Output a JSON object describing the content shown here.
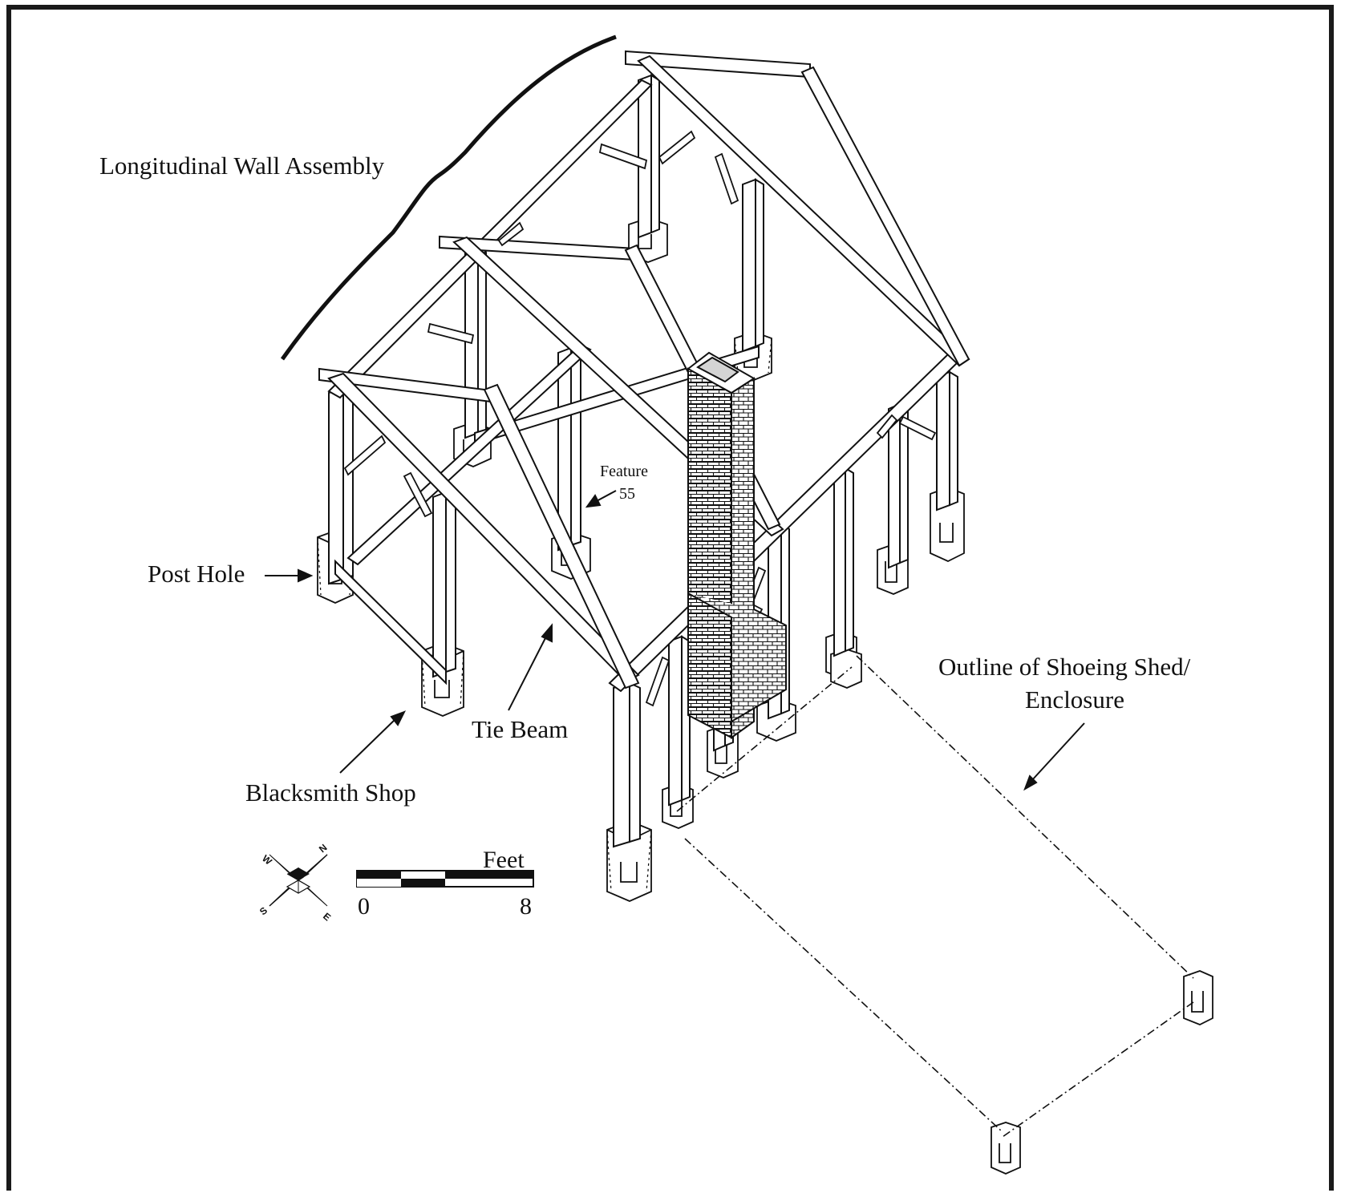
{
  "labels": {
    "longitudinal_wall": "Longitudinal Wall Assembly",
    "post_hole": "Post Hole",
    "tie_beam": "Tie Beam",
    "blacksmith_shop": "Blacksmith Shop",
    "feature_word": "Feature",
    "feature_number": "55",
    "shed_outline_line1": "Outline of Shoeing Shed/",
    "shed_outline_line2": "Enclosure"
  },
  "scale_bar": {
    "unit": "Feet",
    "min_label": "0",
    "max_label": "8",
    "range_ft": [
      0,
      8
    ]
  },
  "compass": {
    "n": "N",
    "e": "E",
    "s": "S",
    "w": "W"
  },
  "colors": {
    "ink": "#111111",
    "paper": "#ffffff",
    "chimney_cap": "#d4d4d4"
  },
  "icons": {
    "compass": "compass-rose-icon"
  }
}
